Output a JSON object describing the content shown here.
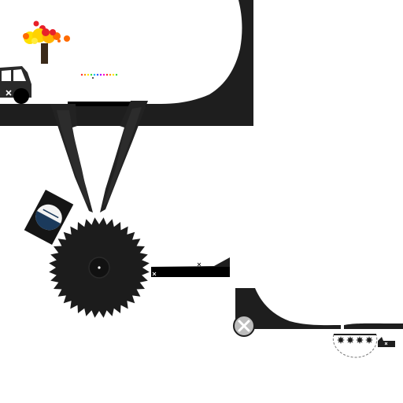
{
  "game": {
    "title": "",
    "genre": "physics-puzzle-level"
  },
  "colors": {
    "background": "#ffffff",
    "terrain": "#1e1e1e",
    "terrain_edge": "#2a2a2a",
    "fire_core": "#ffe000",
    "fire_outer": "#ff6a00",
    "fire_red": "#e8202a",
    "tree_trunk": "#3a2a1a",
    "water_blue": "#1b3a5c",
    "saw_blade": "#1c1c1c",
    "button_grey": "#bdbdbd",
    "confetti": [
      "#ff2d2d",
      "#ff9a00",
      "#ffe600",
      "#3cdc3c",
      "#00b8ff",
      "#2d5bff",
      "#b000ff",
      "#ff00c8"
    ]
  },
  "objects": {
    "vehicle": {
      "label": "vehicle",
      "icon": "x-mark-icon"
    },
    "tree": {
      "label": "burning-tree",
      "state": "on-fire"
    },
    "confetti_row": {
      "count": 12
    },
    "saw_blade": {
      "teeth": 36,
      "state": "idle"
    },
    "water_jar": {
      "label": "water-container",
      "fill": "blue-liquid"
    },
    "plank": {
      "icon": "x-mark-icon"
    },
    "button": {
      "icon": "close-x-icon"
    },
    "spiked_basket": {
      "spikes": 4
    },
    "small_cart": {
      "icon": "x-mark-icon"
    }
  }
}
